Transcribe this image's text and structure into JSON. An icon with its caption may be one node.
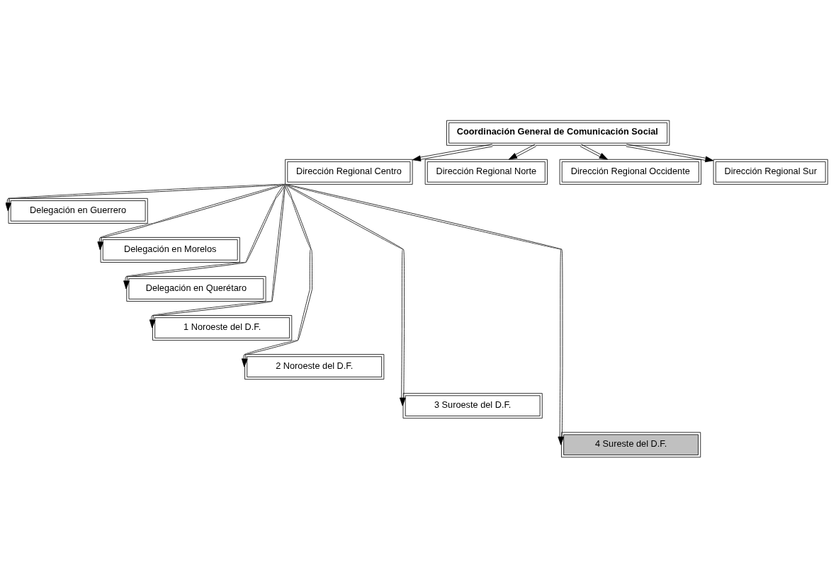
{
  "diagram": {
    "nodes": [
      {
        "text": [
          "Coordinación General de Comunicación Social"
        ]
      },
      {
        "text": [
          "Dirección Regional Centro"
        ]
      },
      {
        "text": [
          "Dirección Regional Norte"
        ]
      },
      {
        "text": [
          "Dirección Regional Occidente"
        ]
      },
      {
        "text": [
          "Dirección Regional Sur"
        ]
      },
      {
        "text": [
          "Delegación en Guerrero"
        ]
      },
      {
        "text": [
          "Delegación en Morelos"
        ]
      },
      {
        "text": [
          "Delegación en Querétaro"
        ]
      },
      {
        "text": [
          "1 Noroeste del D.F."
        ]
      },
      {
        "text": [
          "2 Noroeste del D.F."
        ]
      },
      {
        "text": [
          "3 Suroeste del D.F."
        ]
      },
      {
        "text": [
          "4 Sureste del D.F."
        ]
      }
    ],
    "edges": [
      {
        "from": 0,
        "to": 1,
        "arrow": "to"
      },
      {
        "from": 0,
        "to": 2,
        "arrow": "to"
      },
      {
        "from": 0,
        "to": 3,
        "arrow": "to"
      },
      {
        "from": 0,
        "to": 4,
        "arrow": "to"
      },
      {
        "from": 1,
        "to": 5,
        "arrow": "to"
      },
      {
        "from": 1,
        "to": 6,
        "arrow": "to"
      },
      {
        "from": 1,
        "to": 7,
        "arrow": "to"
      },
      {
        "from": 1,
        "to": 8,
        "arrow": "to"
      },
      {
        "from": 1,
        "to": 9,
        "arrow": "to"
      },
      {
        "from": 1,
        "to": 10,
        "arrow": "to"
      },
      {
        "from": 1,
        "to": 11,
        "arrow": "to"
      }
    ]
  }
}
